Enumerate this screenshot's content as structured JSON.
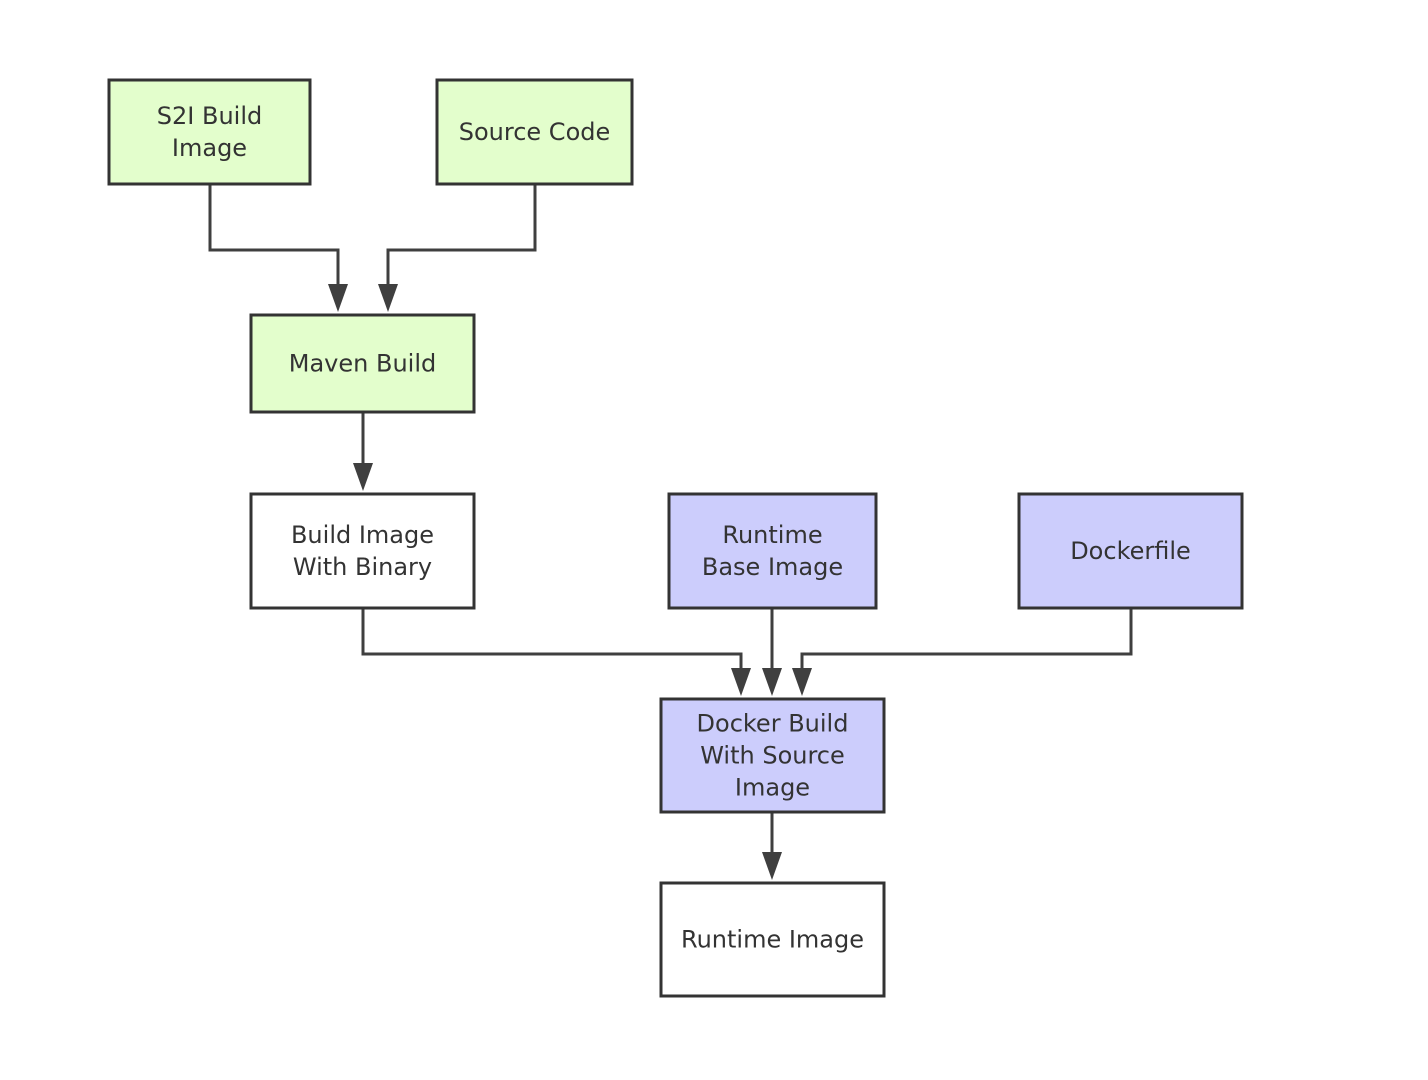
{
  "colors": {
    "green_fill": "#e3fecc",
    "purple_fill": "#cccdfc",
    "white_fill": "#ffffff",
    "border": "#333333",
    "edge": "#3f3f3f"
  },
  "nodes": [
    {
      "id": "s2i-build-image",
      "lines": [
        "S2I Build",
        "Image"
      ],
      "fill": "green"
    },
    {
      "id": "source-code",
      "lines": [
        "Source Code"
      ],
      "fill": "green"
    },
    {
      "id": "maven-build",
      "lines": [
        "Maven Build"
      ],
      "fill": "green"
    },
    {
      "id": "build-image-with-binary",
      "lines": [
        "Build Image",
        "With Binary"
      ],
      "fill": "white"
    },
    {
      "id": "runtime-base-image",
      "lines": [
        "Runtime",
        "Base Image"
      ],
      "fill": "purple"
    },
    {
      "id": "dockerfile",
      "lines": [
        "Dockerfile"
      ],
      "fill": "purple"
    },
    {
      "id": "docker-build-with-source-image",
      "lines": [
        "Docker Build",
        "With Source",
        "Image"
      ],
      "fill": "purple"
    },
    {
      "id": "runtime-image",
      "lines": [
        "Runtime Image"
      ],
      "fill": "white"
    }
  ],
  "edges": [
    {
      "from": "s2i-build-image",
      "to": "maven-build"
    },
    {
      "from": "source-code",
      "to": "maven-build"
    },
    {
      "from": "maven-build",
      "to": "build-image-with-binary"
    },
    {
      "from": "build-image-with-binary",
      "to": "docker-build-with-source-image"
    },
    {
      "from": "runtime-base-image",
      "to": "docker-build-with-source-image"
    },
    {
      "from": "dockerfile",
      "to": "docker-build-with-source-image"
    },
    {
      "from": "docker-build-with-source-image",
      "to": "runtime-image"
    }
  ]
}
